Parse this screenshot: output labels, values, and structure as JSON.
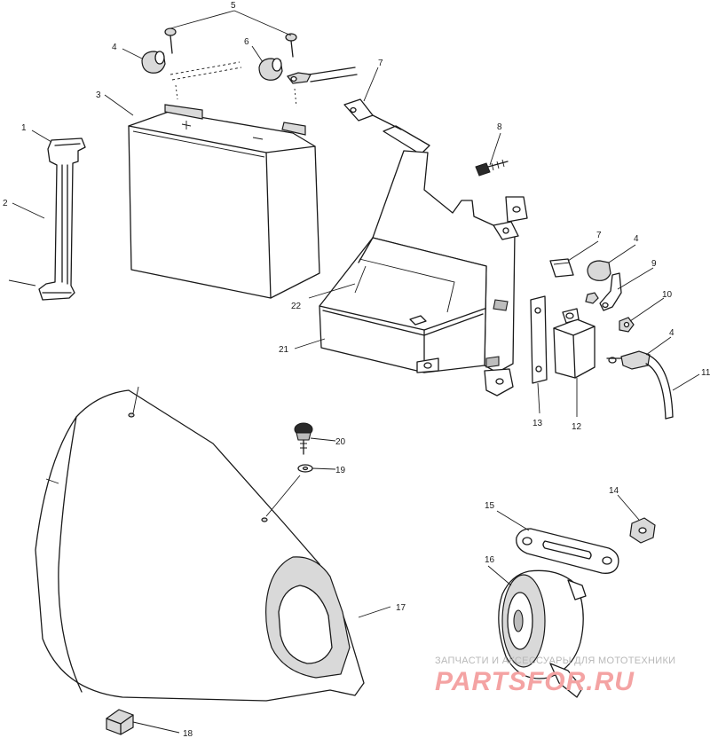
{
  "diagram": {
    "callouts": [
      "1",
      "2",
      "3",
      "4",
      "5",
      "6",
      "7",
      "8",
      "7",
      "4",
      "9",
      "10",
      "4",
      "11",
      "12",
      "13",
      "21",
      "22",
      "20",
      "19",
      "14",
      "15",
      "16",
      "17",
      "18"
    ]
  },
  "watermark": {
    "subtitle": "ЗАПЧАСТИ И АКСЕССУАРЫ ДЛЯ МОТОТЕХНИКИ",
    "brand": "PARTSFOR.RU",
    "colors": {
      "brand": "#f4a3a3",
      "subtitle": "#b8b8b8"
    }
  }
}
